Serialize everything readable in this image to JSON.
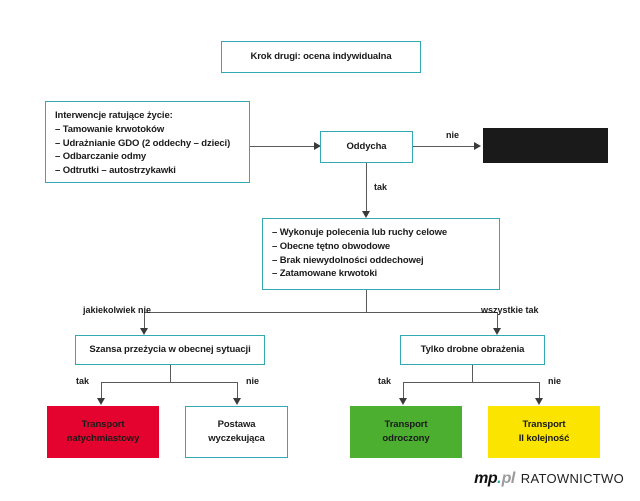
{
  "title_box": {
    "text": "Krok drugi: ocena indywidualna"
  },
  "interventions_box": {
    "heading": "Interwencje ratujące życie:",
    "items": [
      "– Tamowanie krwotoków",
      "– Udrażnianie GDO (2 oddechy – dzieci)",
      "– Odbarczanie odmy",
      "– Odtrutki – autostrzykawki"
    ]
  },
  "breathing_node": {
    "text": "Oddycha"
  },
  "redacted_box": {
    "text": ""
  },
  "criteria_box": {
    "items": [
      "– Wykonuje polecenia lub ruchy celowe",
      "– Obecne tętno obwodowe",
      "– Brak niewydolności oddechowej",
      "– Zatamowane krwotoki"
    ]
  },
  "survival_node": {
    "text": "Szansa przeżycia w obecnej sytuacji"
  },
  "minor_node": {
    "text": "Tylko drobne obrażenia"
  },
  "outcomes": {
    "immediate": {
      "line1": "Transport",
      "line2": "natychmiastowy",
      "color": "#e4032e"
    },
    "expectant": {
      "line1": "Postawa",
      "line2": "wyczekująca",
      "color": "#ffffff"
    },
    "delayed": {
      "line1": "Transport",
      "line2": "odroczony",
      "color": "#4caf30"
    },
    "second_priority": {
      "line1": "Transport",
      "line2": "II kolejność",
      "color": "#fbe500"
    }
  },
  "edge_labels": {
    "breathing_no": "nie",
    "breathing_yes": "tak",
    "criteria_any_no": "jakiekolwiek nie",
    "criteria_all_yes": "wszystkie tak",
    "survival_yes": "tak",
    "survival_no": "nie",
    "minor_yes": "tak",
    "minor_no": "nie"
  },
  "logo": {
    "mp": "mp",
    "dot": ".",
    "pl": "pl",
    "word": "RATOWNICTWO"
  },
  "theme": {
    "accent": "#35a9b2",
    "connector": "#5a5a5a",
    "redacted": "#1a1a1a"
  }
}
